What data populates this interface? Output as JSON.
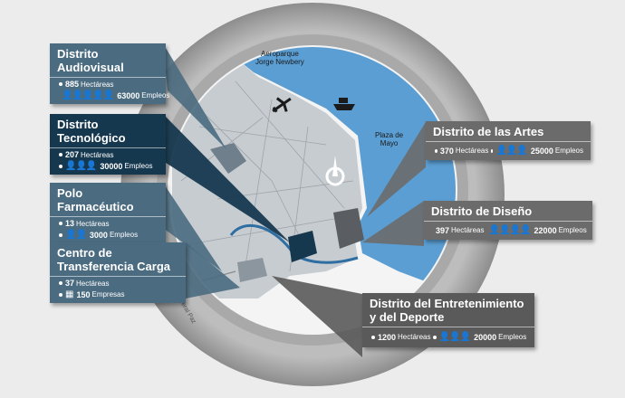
{
  "map": {
    "airport": "Aeroparque\nJorge Newbery",
    "plaza": "Plaza de\nMayo",
    "road": "General Paz"
  },
  "districts": [
    {
      "name": "Distrito Audiovisual",
      "area": "885",
      "area_unit": "Hectáreas",
      "workers": "63000",
      "workers_unit": "Empleos",
      "color": "#4a6b80"
    },
    {
      "name": "Distrito Tecnológico",
      "area": "207",
      "area_unit": "Hectáreas",
      "workers": "30000",
      "workers_unit": "Empleos",
      "color": "#16384f"
    },
    {
      "name": "Polo Farmacéutico",
      "area": "13",
      "area_unit": "Hectáreas",
      "workers": "3000",
      "workers_unit": "Empleos",
      "color": "#4a6b80"
    },
    {
      "name": "Centro de\nTransferencia Carga",
      "area": "37",
      "area_unit": "Hectáreas",
      "workers": "150",
      "workers_unit": "Empresas",
      "color": "#4a6b80"
    },
    {
      "name": "Distrito de las Artes",
      "area": "370",
      "area_unit": "Hectáreas",
      "workers": "25000",
      "workers_unit": "Empleos",
      "color": "#6b6b6b"
    },
    {
      "name": "Distrito de Diseño",
      "area": "397",
      "area_unit": "Hectáreas",
      "workers": "22000",
      "workers_unit": "Empleos",
      "color": "#6b6b6b"
    },
    {
      "name": "Distrito del Entretenimiento\ny del Deporte",
      "area": "1200",
      "area_unit": "Hectáreas",
      "workers": "20000",
      "workers_unit": "Empleos",
      "color": "#5a5a5a"
    }
  ],
  "colors": {
    "water": "#5b9ed3",
    "land": "#c9cdd1",
    "ring": "#9a9a9a"
  }
}
